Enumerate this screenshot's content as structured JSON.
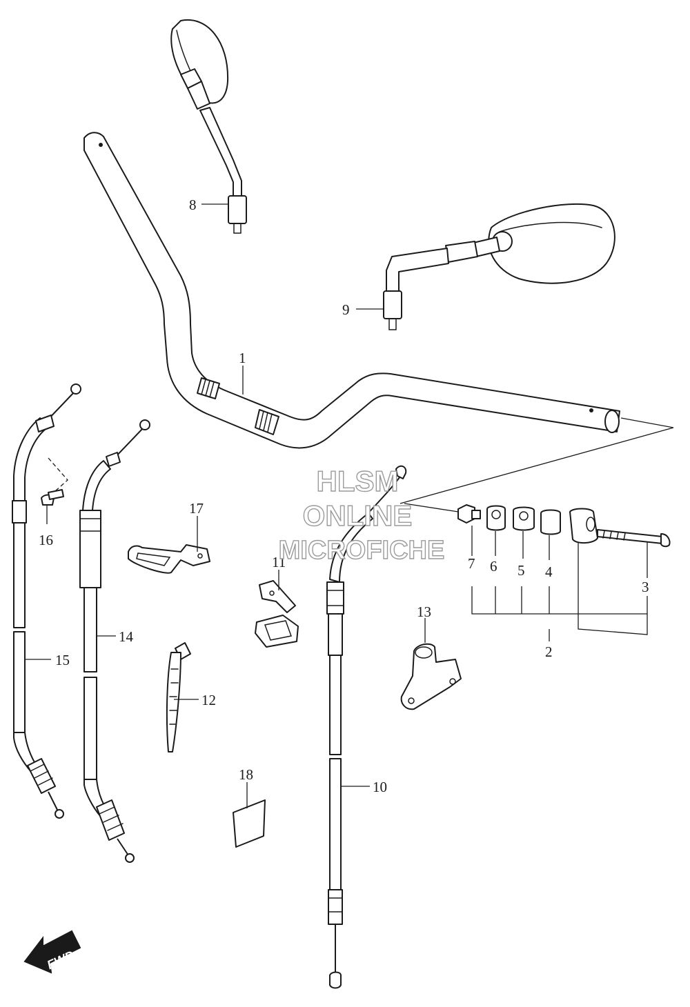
{
  "diagram": {
    "parts": [
      {
        "label": "1",
        "name": "Handlebar"
      },
      {
        "label": "2",
        "name": "Balancer assembly"
      },
      {
        "label": "3",
        "name": "Screw"
      },
      {
        "label": "4",
        "name": "Balancer"
      },
      {
        "label": "5",
        "name": "Spacer"
      },
      {
        "label": "6",
        "name": "Spacer"
      },
      {
        "label": "7",
        "name": "Nut"
      },
      {
        "label": "8",
        "name": "Mirror, left"
      },
      {
        "label": "9",
        "name": "Mirror, right"
      },
      {
        "label": "10",
        "name": "Clutch cable"
      },
      {
        "label": "11",
        "name": "Clamp"
      },
      {
        "label": "12",
        "name": "Clamp"
      },
      {
        "label": "13",
        "name": "Holder"
      },
      {
        "label": "14",
        "name": "Throttle cable"
      },
      {
        "label": "15",
        "name": "Throttle cable"
      },
      {
        "label": "16",
        "name": "Screw"
      },
      {
        "label": "17",
        "name": "Clamp"
      },
      {
        "label": "18",
        "name": "Label"
      }
    ]
  },
  "watermark": {
    "line1": "HLSM",
    "line2": "ONLINE",
    "line3": "MICROFICHE"
  },
  "fwd_badge": {
    "label": "FWD"
  },
  "colors": {
    "line": "#1a1a1a",
    "background": "#ffffff",
    "watermark_outline": "#9a9a9a"
  }
}
